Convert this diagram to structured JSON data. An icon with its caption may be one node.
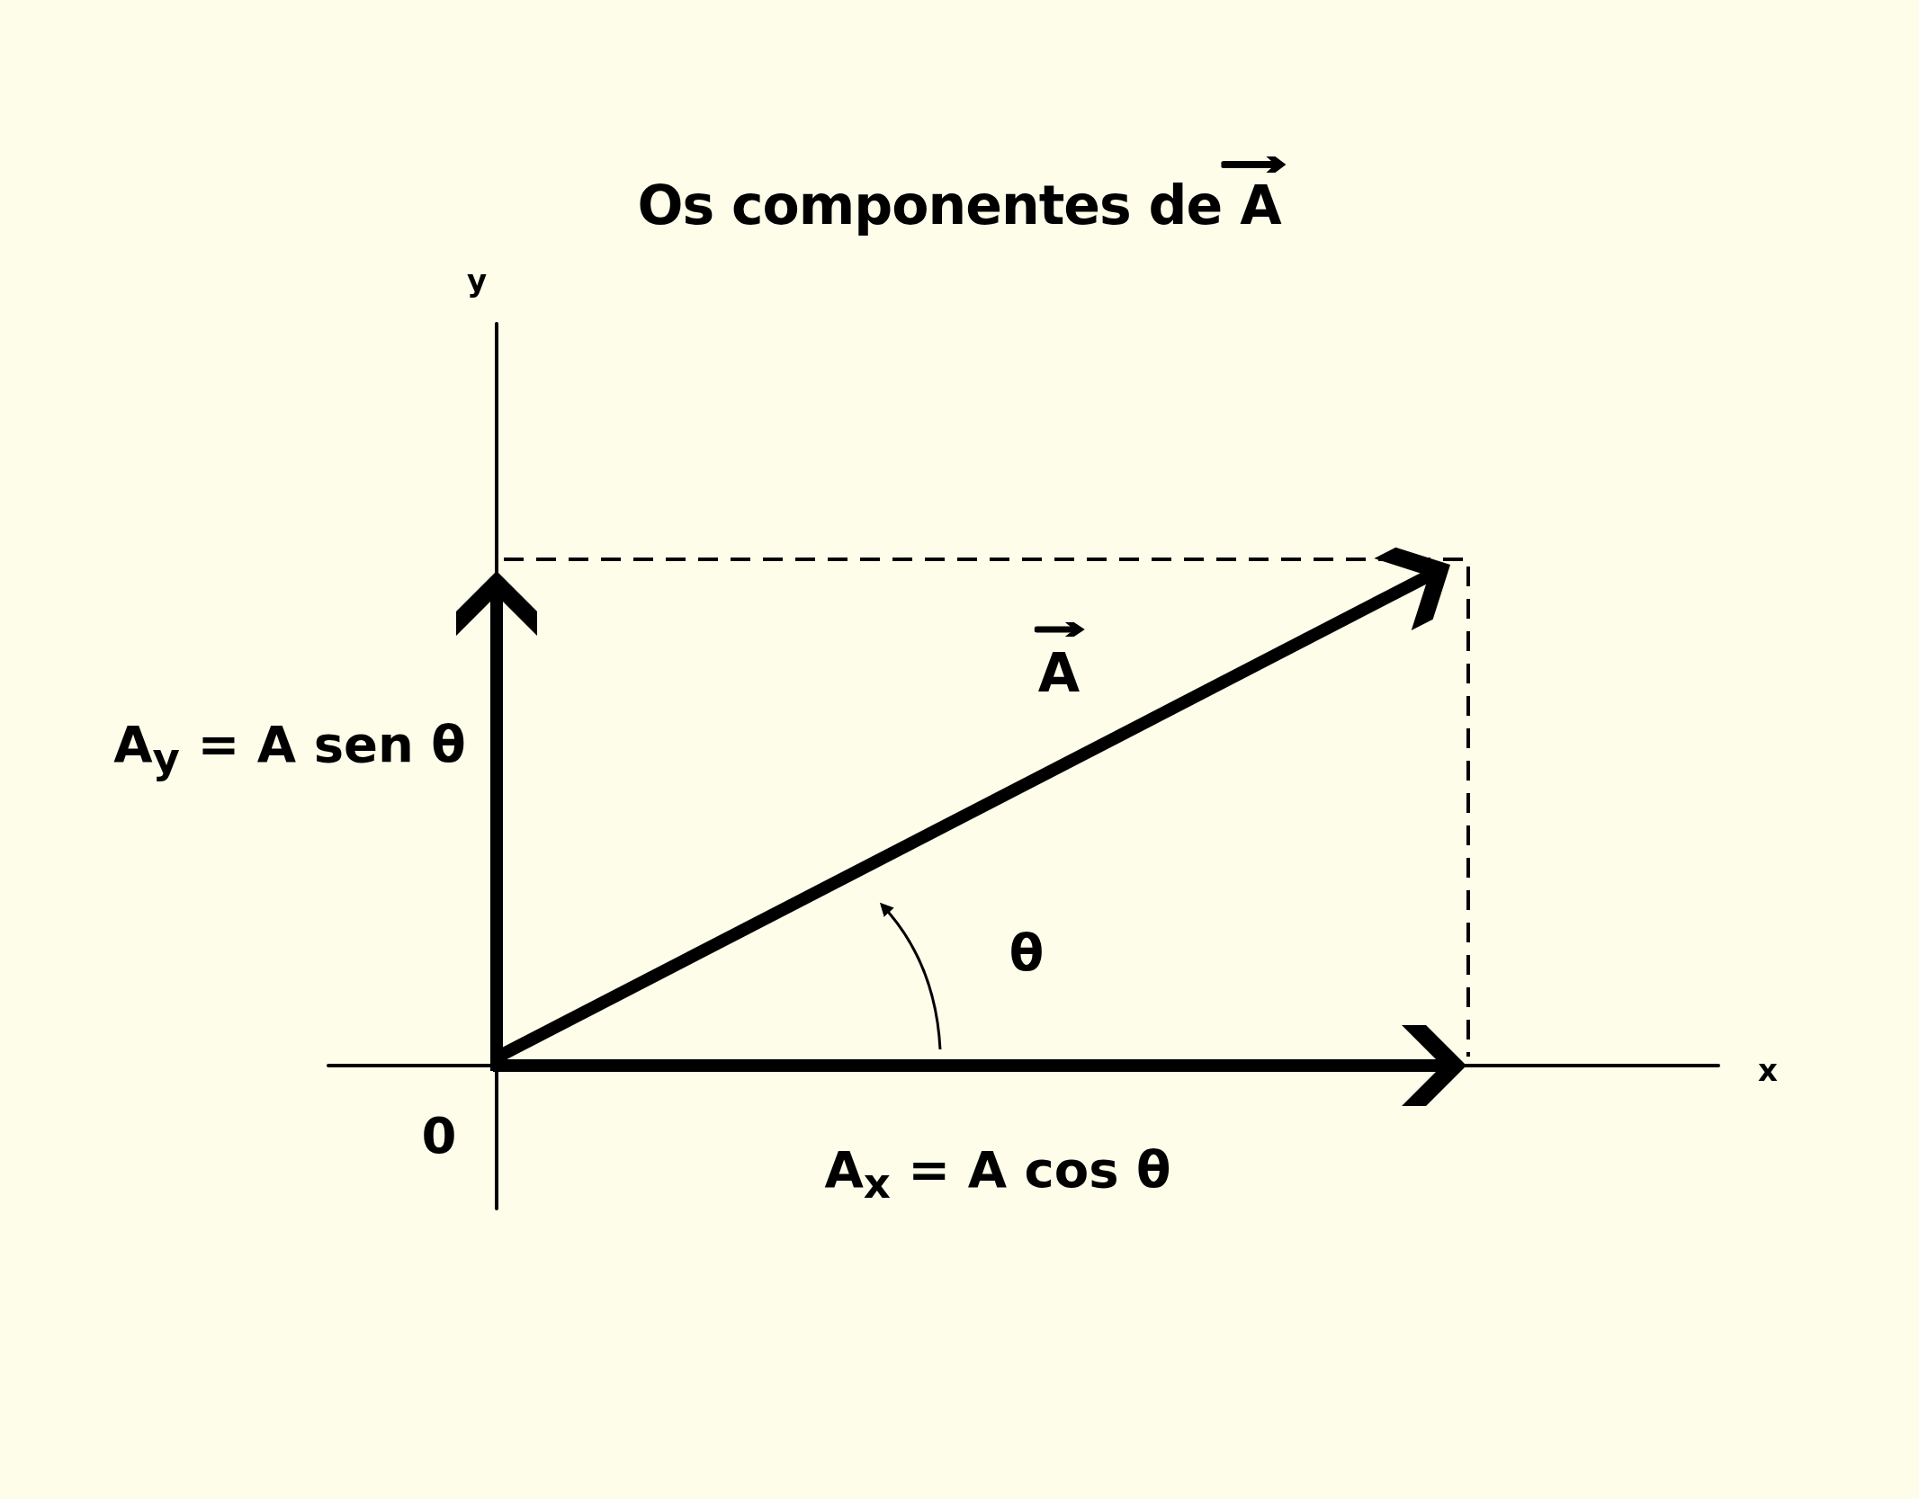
{
  "diagram": {
    "title": "Os componentes de A",
    "labels": [
      "y",
      "A",
      "A$_{y}$ = A sen θ",
      "θ",
      "0",
      "x",
      "A$_{x}$ = A cos θ"
    ]
  }
}
